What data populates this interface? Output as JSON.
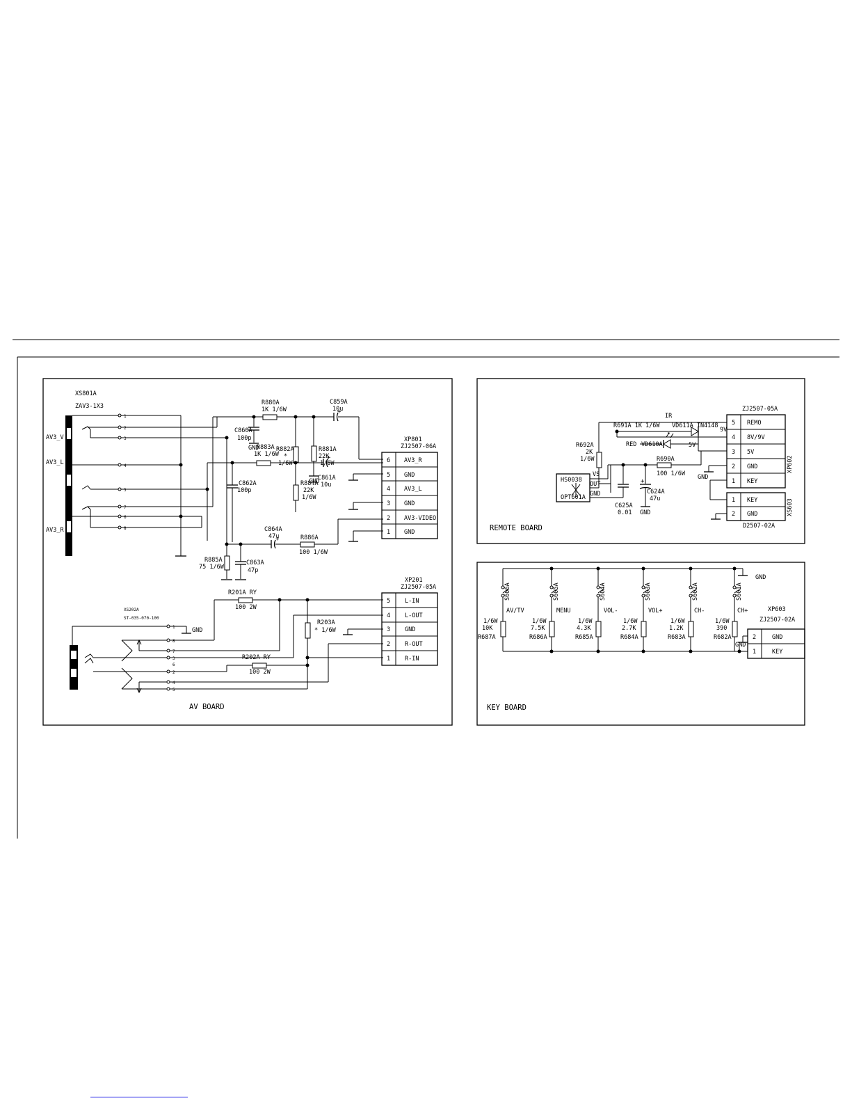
{
  "av_board": {
    "title": "AV BOARD",
    "jack1": {
      "ref": "XS801A",
      "part": "ZAV3-1X3",
      "labels": [
        "AV3_V",
        "AV3_L",
        "AV3_R"
      ],
      "pins": [
        "1",
        "2",
        "3",
        "4",
        "5",
        "6",
        "7",
        "8"
      ]
    },
    "components": {
      "r880": {
        "ref": "R880A",
        "value": "1K 1/6W"
      },
      "c859": {
        "ref": "C859A",
        "value": "10u"
      },
      "c860": {
        "ref": "C860A",
        "value": "100p"
      },
      "r882": {
        "ref": "R882A",
        "value1": "*",
        "value2": "1/6W"
      },
      "r881": {
        "ref": "R881A",
        "value1": "22K",
        "value2": "1/6W"
      },
      "r883": {
        "ref": "R883A",
        "value": "1K 1/6W"
      },
      "c861": {
        "ref": "C861A",
        "value": "10u"
      },
      "c862": {
        "ref": "C862A",
        "value": "100p"
      },
      "r884": {
        "ref": "R884A",
        "value1": "22K",
        "value2": "1/6W"
      },
      "c864": {
        "ref": "C864A",
        "value": "47u"
      },
      "r886": {
        "ref": "R886A",
        "value": "100 1/6W"
      },
      "r885": {
        "ref": "R885A",
        "value": "75 1/6W"
      },
      "c863": {
        "ref": "C863A",
        "value": "47p"
      },
      "r201": {
        "ref": "R201A RY",
        "value": "100 2W"
      },
      "r202": {
        "ref": "R202A RY",
        "value": "100 2W"
      },
      "r203": {
        "ref": "R203A",
        "value": "* 1/6W"
      }
    },
    "gnd_labels": [
      "GND",
      "GND",
      "GND"
    ],
    "xp801": {
      "ref": "XP801",
      "part": "ZJ2507-06A",
      "rows": [
        {
          "num": "6",
          "name": "AV3_R"
        },
        {
          "num": "5",
          "name": "GND"
        },
        {
          "num": "4",
          "name": "AV3_L"
        },
        {
          "num": "3",
          "name": "GND"
        },
        {
          "num": "2",
          "name": "AV3-VIDEO"
        },
        {
          "num": "1",
          "name": "GND"
        }
      ]
    },
    "jack2": {
      "ref": "XS202A",
      "part": "ST-035-070-100",
      "pins": [
        "1",
        "8",
        "7",
        "3",
        "6",
        "2",
        "4",
        "5"
      ],
      "gnd": "GND"
    },
    "xp201": {
      "ref": "XP201",
      "part": "ZJ2507-05A",
      "rows": [
        {
          "num": "5",
          "name": "L-IN"
        },
        {
          "num": "4",
          "name": "L-OUT"
        },
        {
          "num": "3",
          "name": "GND"
        },
        {
          "num": "2",
          "name": "R-OUT"
        },
        {
          "num": "1",
          "name": "R-IN"
        }
      ]
    }
  },
  "remote_board": {
    "title": "REMOTE BOARD",
    "ir": "IR",
    "zj_top": "ZJ2507-05A",
    "r691": "R691A 1K 1/6W",
    "vd611": "VD611A IN4148",
    "v9": "9V",
    "v5": "5V",
    "red": "RED",
    "vd610": "VD610A",
    "r692": {
      "ref": "R692A",
      "value1": "2K",
      "value2": "1/6W"
    },
    "r690": {
      "ref": "R690A",
      "value": "100 1/6W"
    },
    "ir_module": {
      "part": "HS0038",
      "ref": "OPT601A",
      "vs": "VS",
      "out": "OUT",
      "gnd": "GND"
    },
    "c625": {
      "ref": "C625A",
      "value": "0.01"
    },
    "c624": {
      "ref": "C624A",
      "value": "47u"
    },
    "gnd_labels": [
      "GND",
      "GND"
    ],
    "xp602": {
      "ref": "XP602",
      "rows": [
        {
          "num": "5",
          "name": "REMO"
        },
        {
          "num": "4",
          "name": "8V/9V"
        },
        {
          "num": "3",
          "name": "5V"
        },
        {
          "num": "2",
          "name": "GND"
        },
        {
          "num": "1",
          "name": "KEY"
        }
      ]
    },
    "xs603": {
      "ref": "XS603",
      "part": "D2507-02A",
      "rows": [
        {
          "num": "1",
          "name": "KEY"
        },
        {
          "num": "2",
          "name": "GND"
        }
      ]
    }
  },
  "key_board": {
    "title": "KEY BOARD",
    "gnd": "GND",
    "keys": [
      {
        "switch": "S606A",
        "name": "AV/TV",
        "watt": "1/6W",
        "value": "10K",
        "ref": "R687A"
      },
      {
        "switch": "S605A",
        "name": "MENU",
        "watt": "1/6W",
        "value": "7.5K",
        "ref": "R686A"
      },
      {
        "switch": "S604A",
        "name": "VOL-",
        "watt": "1/6W",
        "value": "4.3K",
        "ref": "R685A"
      },
      {
        "switch": "S603A",
        "name": "VOL+",
        "watt": "1/6W",
        "value": "2.7K",
        "ref": "R684A"
      },
      {
        "switch": "S602A",
        "name": "CH-",
        "watt": "1/6W",
        "value": "1.2K",
        "ref": "R683A"
      },
      {
        "switch": "S601A",
        "name": "CH+",
        "watt": "1/6W",
        "value": "390",
        "ref": "R682A"
      }
    ],
    "xp603": {
      "ref": "XP603",
      "part": "ZJ2507-02A",
      "gnd": "GND",
      "rows": [
        {
          "num": "2",
          "name": "GND"
        },
        {
          "num": "1",
          "name": "KEY"
        }
      ]
    }
  }
}
